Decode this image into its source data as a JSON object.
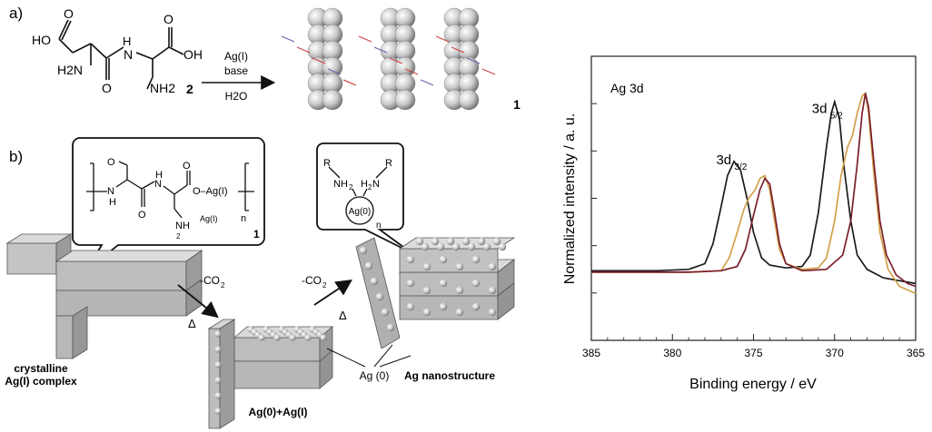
{
  "panel_a": {
    "label": "a)",
    "compound_number": "2",
    "product_number": "1",
    "atoms": {
      "ho": "HO",
      "h2n": "H2N",
      "n": "N",
      "h": "H",
      "o": "O",
      "oh": "OH",
      "nh2": "NH2"
    },
    "reagent_line1": "Ag(I)",
    "reagent_line2": "base",
    "solvent": "H2O"
  },
  "panel_b": {
    "label": "b)",
    "polymer_atoms": {
      "o": "O",
      "n": "N",
      "h": "H",
      "oag": "O–Ag(I)",
      "ag": "Ag(I)",
      "nh2": "NH",
      "sub2": "2",
      "n_sub": "n",
      "number": "1"
    },
    "np_atoms": {
      "r1": "R",
      "nh2_1": "NH",
      "h2n": "H",
      "n2": "N",
      "r2": "R",
      "ag0": "Ag(0)",
      "n_sub": "n",
      "sub2": "2"
    },
    "step1_reagent": "-CO",
    "step1_sub": "2",
    "step1_heat": "Δ",
    "step2_reagent": "-CO",
    "step2_sub": "2",
    "step2_heat": "Δ",
    "label_crystalline": "crystalline",
    "label_ag_complex": "Ag(I) complex",
    "label_mixed": "Ag(0)+Ag(I)",
    "label_ag0": "Ag (0)",
    "label_nano": "Ag nanostructure"
  },
  "chart_data": {
    "type": "line",
    "title": "Ag 3d",
    "xlabel": "Binding energy / eV",
    "ylabel": "Normalized  intensity / a. u.",
    "xlim": [
      385,
      365
    ],
    "ylim": [
      0,
      1
    ],
    "x_ticks": [
      385,
      380,
      375,
      370,
      365
    ],
    "annotations": [
      {
        "text": "3d",
        "sub": "3/2",
        "x": 377.3,
        "y": 0.62
      },
      {
        "text": "3d",
        "sub": "5/2",
        "x": 371.4,
        "y": 0.8
      }
    ],
    "series": [
      {
        "color": "#1a1a1a",
        "points": [
          [
            385,
            0.245
          ],
          [
            383,
            0.245
          ],
          [
            381,
            0.245
          ],
          [
            379,
            0.25
          ],
          [
            378,
            0.27
          ],
          [
            377.5,
            0.34
          ],
          [
            377,
            0.47
          ],
          [
            376.6,
            0.58
          ],
          [
            376.2,
            0.63
          ],
          [
            375.8,
            0.6
          ],
          [
            375.4,
            0.5
          ],
          [
            375,
            0.38
          ],
          [
            374.5,
            0.29
          ],
          [
            374,
            0.265
          ],
          [
            373,
            0.255
          ],
          [
            372,
            0.26
          ],
          [
            371.5,
            0.3
          ],
          [
            371,
            0.45
          ],
          [
            370.5,
            0.68
          ],
          [
            370.2,
            0.8
          ],
          [
            370,
            0.84
          ],
          [
            369.7,
            0.78
          ],
          [
            369.4,
            0.6
          ],
          [
            369,
            0.42
          ],
          [
            368.6,
            0.3
          ],
          [
            368,
            0.25
          ],
          [
            367,
            0.22
          ],
          [
            366,
            0.21
          ],
          [
            365,
            0.2
          ]
        ]
      },
      {
        "color": "#d2a04b",
        "points": [
          [
            385,
            0.24
          ],
          [
            382,
            0.24
          ],
          [
            379,
            0.24
          ],
          [
            377,
            0.245
          ],
          [
            376.5,
            0.29
          ],
          [
            376,
            0.38
          ],
          [
            375.6,
            0.46
          ],
          [
            375.3,
            0.5
          ],
          [
            374.9,
            0.53
          ],
          [
            374.6,
            0.57
          ],
          [
            374.3,
            0.58
          ],
          [
            374,
            0.53
          ],
          [
            373.7,
            0.42
          ],
          [
            373.4,
            0.32
          ],
          [
            373,
            0.27
          ],
          [
            372,
            0.25
          ],
          [
            371,
            0.255
          ],
          [
            370.5,
            0.29
          ],
          [
            370,
            0.42
          ],
          [
            369.6,
            0.58
          ],
          [
            369.2,
            0.68
          ],
          [
            368.9,
            0.72
          ],
          [
            368.6,
            0.8
          ],
          [
            368.3,
            0.86
          ],
          [
            368.1,
            0.87
          ],
          [
            367.9,
            0.8
          ],
          [
            367.6,
            0.6
          ],
          [
            367.2,
            0.38
          ],
          [
            366.7,
            0.25
          ],
          [
            366,
            0.19
          ],
          [
            365,
            0.165
          ]
        ]
      },
      {
        "color": "#7a1f2b",
        "points": [
          [
            385,
            0.24
          ],
          [
            382,
            0.24
          ],
          [
            379,
            0.24
          ],
          [
            377,
            0.245
          ],
          [
            376,
            0.26
          ],
          [
            375.5,
            0.32
          ],
          [
            375,
            0.44
          ],
          [
            374.6,
            0.53
          ],
          [
            374.3,
            0.57
          ],
          [
            374,
            0.55
          ],
          [
            373.7,
            0.45
          ],
          [
            373.4,
            0.34
          ],
          [
            373,
            0.27
          ],
          [
            372,
            0.245
          ],
          [
            370.5,
            0.25
          ],
          [
            369.5,
            0.3
          ],
          [
            369,
            0.42
          ],
          [
            368.6,
            0.62
          ],
          [
            368.3,
            0.8
          ],
          [
            368.1,
            0.87
          ],
          [
            367.9,
            0.82
          ],
          [
            367.6,
            0.64
          ],
          [
            367.2,
            0.42
          ],
          [
            366.8,
            0.3
          ],
          [
            366.2,
            0.23
          ],
          [
            365.5,
            0.2
          ],
          [
            365,
            0.19
          ]
        ]
      }
    ]
  }
}
